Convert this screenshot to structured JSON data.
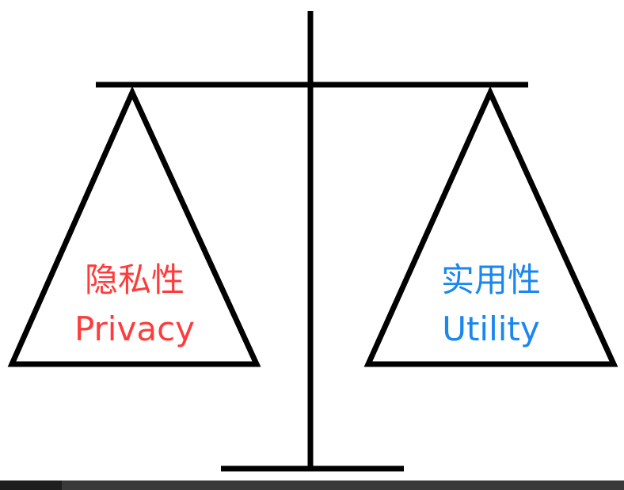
{
  "left_pan": {
    "label_zh": "隐私性",
    "label_en": "Privacy",
    "color": "#ff3b3b"
  },
  "right_pan": {
    "label_zh": "实用性",
    "label_en": "Utility",
    "color": "#1a86f0"
  },
  "colors": {
    "stroke": "#000000",
    "background": "#ffffff"
  }
}
